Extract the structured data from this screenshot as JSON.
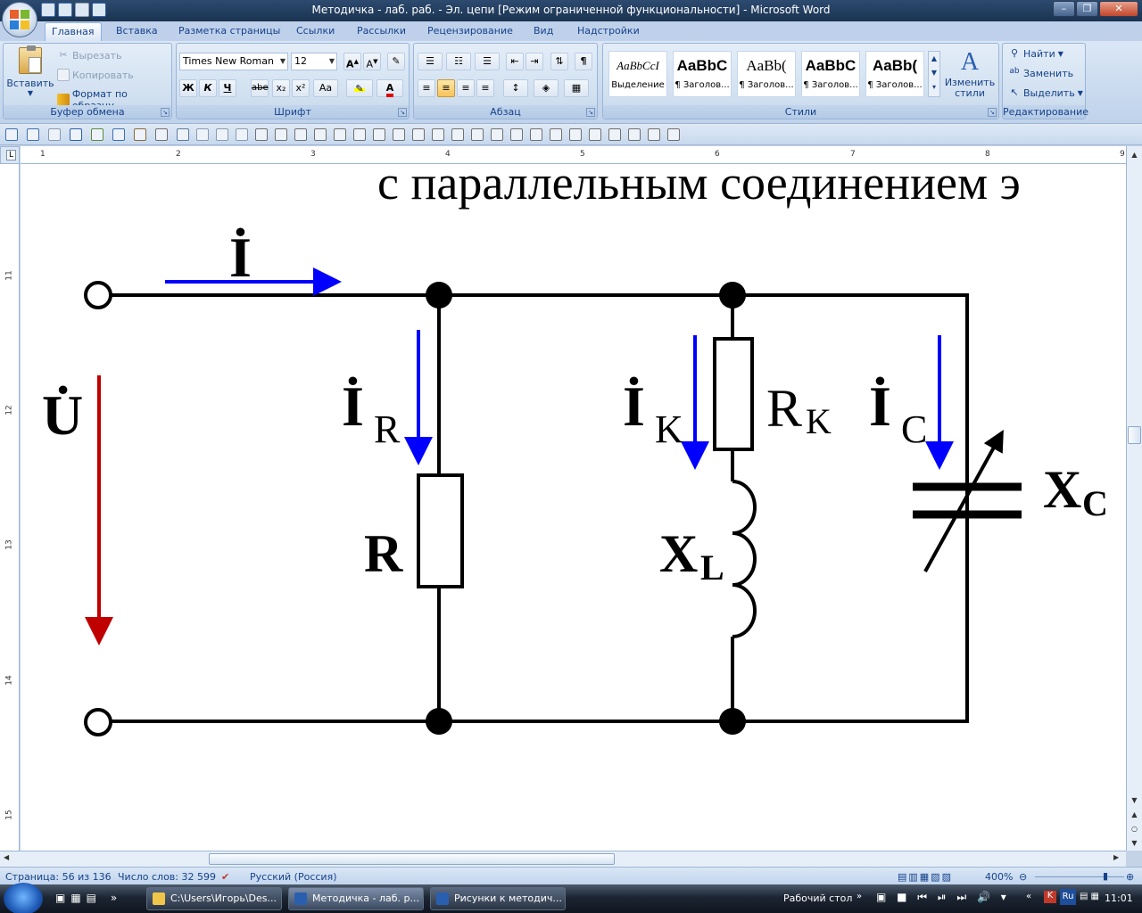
{
  "window": {
    "title": "Методичка - лаб. раб. - Эл. цепи [Режим ограниченной функциональности] - Microsoft Word"
  },
  "tabs": [
    "Главная",
    "Вставка",
    "Разметка страницы",
    "Ссылки",
    "Рассылки",
    "Рецензирование",
    "Вид",
    "Надстройки"
  ],
  "clipboard": {
    "paste": "Вставить",
    "cut": "Вырезать",
    "copy": "Копировать",
    "format_painter": "Формат по образцу",
    "label": "Буфер обмена"
  },
  "font": {
    "name": "Times New Roman",
    "size": "12",
    "bold": "Ж",
    "italic": "К",
    "underline": "Ч",
    "strike": "abe",
    "sub": "x₂",
    "sup": "x²",
    "case": "Aa",
    "label": "Шрифт"
  },
  "paragraph": {
    "label": "Абзац",
    "pilcrow": "¶"
  },
  "styles": {
    "items": [
      {
        "preview": "AaBbCcI",
        "name": "Выделение"
      },
      {
        "preview": "AaBbC",
        "name": "¶ Заголов..."
      },
      {
        "preview": "AaBb(",
        "name": "¶ Заголов..."
      },
      {
        "preview": "AaBbC",
        "name": "¶ Заголов..."
      },
      {
        "preview": "AaBb(",
        "name": "¶ Заголов..."
      }
    ],
    "change": "Изменить стили",
    "label": "Стили"
  },
  "editing": {
    "find": "Найти",
    "replace": "Заменить",
    "select": "Выделить",
    "label": "Редактирование"
  },
  "ruler": {
    "h": [
      "1",
      "2",
      "3",
      "4",
      "5",
      "6",
      "7",
      "8",
      "9"
    ],
    "v": [
      "11",
      "12",
      "13",
      "14",
      "15"
    ]
  },
  "document": {
    "heading": "с параллельным соединением э",
    "circuit": {
      "current_total": "İ",
      "voltage": "U̇",
      "branch_r_current": "İ",
      "branch_r_current_sub": "R",
      "branch_r": "R",
      "branch_k_current": "İ",
      "branch_k_current_sub": "K",
      "branch_k_res": "R",
      "branch_k_res_sub": "K",
      "branch_k_ind": "X",
      "branch_k_ind_sub": "L",
      "branch_c_current": "İ",
      "branch_c_current_sub": "C",
      "branch_c_cap": "X",
      "branch_c_cap_sub": "C"
    }
  },
  "status": {
    "page": "Страница: 56 из 136",
    "words": "Число слов: 32 599",
    "lang": "Русский (Россия)",
    "zoom": "400%"
  },
  "taskbar": {
    "tasks": [
      "C:\\Users\\Игорь\\Des...",
      "Методичка - лаб. р...",
      "Рисунки к методич..."
    ],
    "desktop": "Рабочий стол",
    "lang": "Ru",
    "time": "11:01"
  },
  "colors": {
    "arrow_blue": "#0000ff",
    "arrow_red": "#c00000",
    "wire": "#000000"
  }
}
